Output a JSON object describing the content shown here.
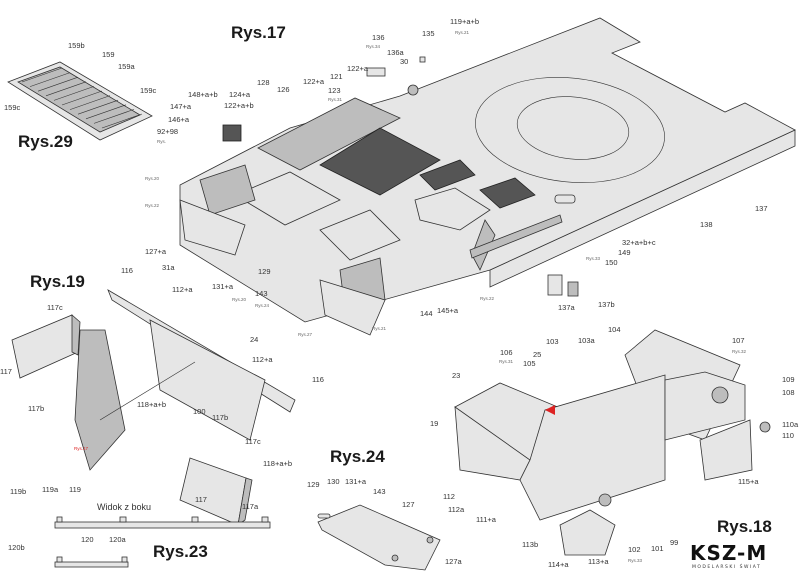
{
  "figures": {
    "rys17": "Rys.17",
    "rys29": "Rys.29",
    "rys19": "Rys.19",
    "rys24": "Rys.24",
    "rys23": "Rys.23",
    "rys18": "Rys.18"
  },
  "side_view_caption": "Widok z boku",
  "cross_reference_red": "Rys.17",
  "logo": {
    "text": "KSZ-M",
    "subtitle": "MODELARSKI ŚWIAT"
  },
  "part_labels": [
    "159b",
    "159",
    "159a",
    "159c",
    "159c",
    "136",
    "136a",
    "135",
    "119+a+b",
    "30",
    "122+a",
    "121",
    "122+a",
    "123",
    "126",
    "128",
    "124+a",
    "122+a+b",
    "148+a+b",
    "147+a",
    "146+a",
    "92+98",
    "127+a",
    "31a",
    "129",
    "131+a",
    "143",
    "137",
    "138",
    "32+a+b+c",
    "149",
    "150",
    "144",
    "145+a",
    "137a",
    "137b",
    "116",
    "112+a",
    "117c",
    "117",
    "117b",
    "24",
    "112+a",
    "116",
    "118+a+b",
    "100",
    "117b",
    "117c",
    "118+a+b",
    "117",
    "117a",
    "119b",
    "119a",
    "119",
    "120b",
    "120",
    "120a",
    "129",
    "130",
    "131+a",
    "143",
    "127",
    "127a",
    "104",
    "103a",
    "103",
    "25",
    "107",
    "106",
    "105",
    "23",
    "19",
    "109",
    "108",
    "110a",
    "110",
    "115+a",
    "112",
    "112a",
    "111+a",
    "113b",
    "114+a",
    "113+a",
    "102",
    "101",
    "99"
  ],
  "ref_labels": [
    "Rys.34",
    "Rys.21",
    "Rys.31",
    "Rys.",
    "Rys.20",
    "Rys.22",
    "Rys.20",
    "Rys.24",
    "Rys.22",
    "Rys.27",
    "Rys.21",
    "Rys.33",
    "Rys.31",
    "Rys.32",
    "Rys.33"
  ]
}
